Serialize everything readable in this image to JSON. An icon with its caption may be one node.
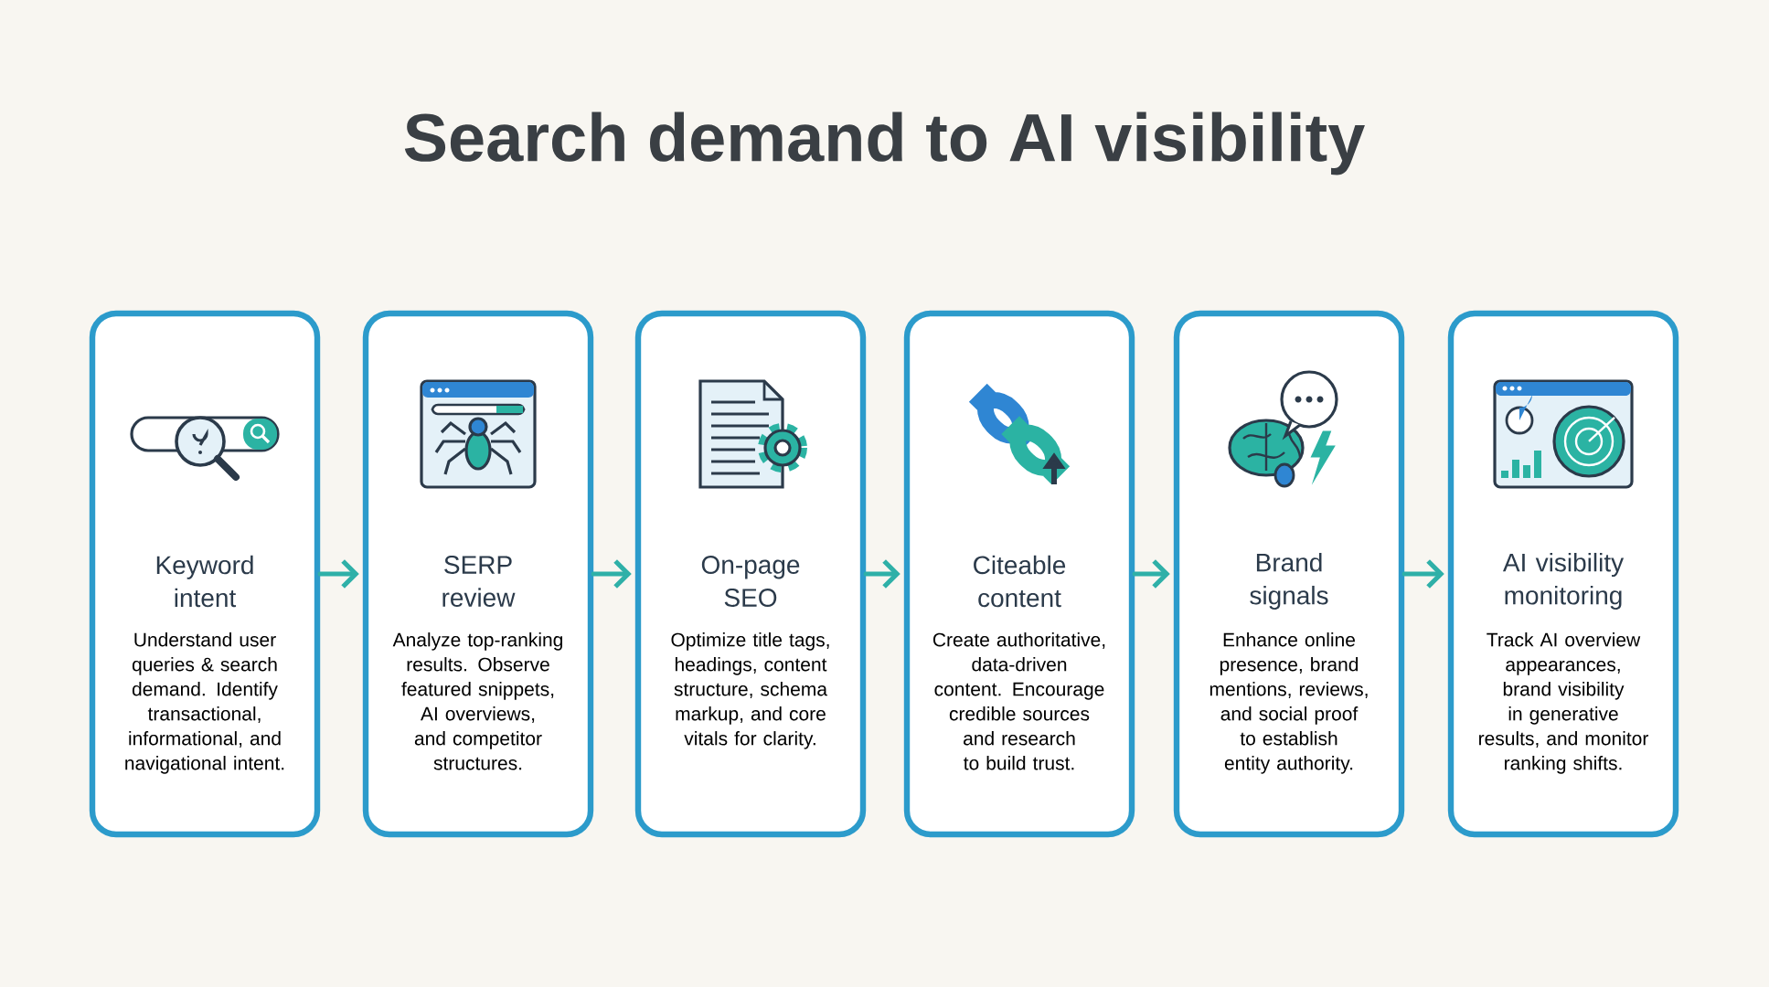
{
  "diagram": {
    "title": "Search demand to AI visibility",
    "nodes": [
      {
        "text": [
          "Keyword intent",
          "Understand user queries & search demand. Identify transactional, informational, and navigational intent."
        ]
      },
      {
        "text": [
          "SERP review",
          "Analyze top-ranking results. Observe featured snippets, AI overviews, and competitor structures."
        ]
      },
      {
        "text": [
          "On-page SEO",
          "Optimize title tags, headings, content structure, schema markup, and core vitals for clarity."
        ]
      },
      {
        "text": [
          "Citeable content",
          "Create authoritative, data-driven content. Encourage credible sources and research to build trust."
        ]
      },
      {
        "text": [
          "Brand signals",
          "Enhance online presence, brand mentions, reviews, and social proof to establish entity authority."
        ]
      },
      {
        "text": [
          "AI visibility monitoring",
          "Track AI overview appearances, brand visibility in generative results, and monitor ranking shifts."
        ]
      }
    ],
    "edges": [
      {
        "from": 0,
        "to": 1,
        "arrow": "to"
      },
      {
        "from": 1,
        "to": 2,
        "arrow": "to"
      },
      {
        "from": 2,
        "to": 3,
        "arrow": "to"
      },
      {
        "from": 3,
        "to": 4,
        "arrow": "to"
      },
      {
        "from": 4,
        "to": 5,
        "arrow": "to"
      }
    ]
  }
}
